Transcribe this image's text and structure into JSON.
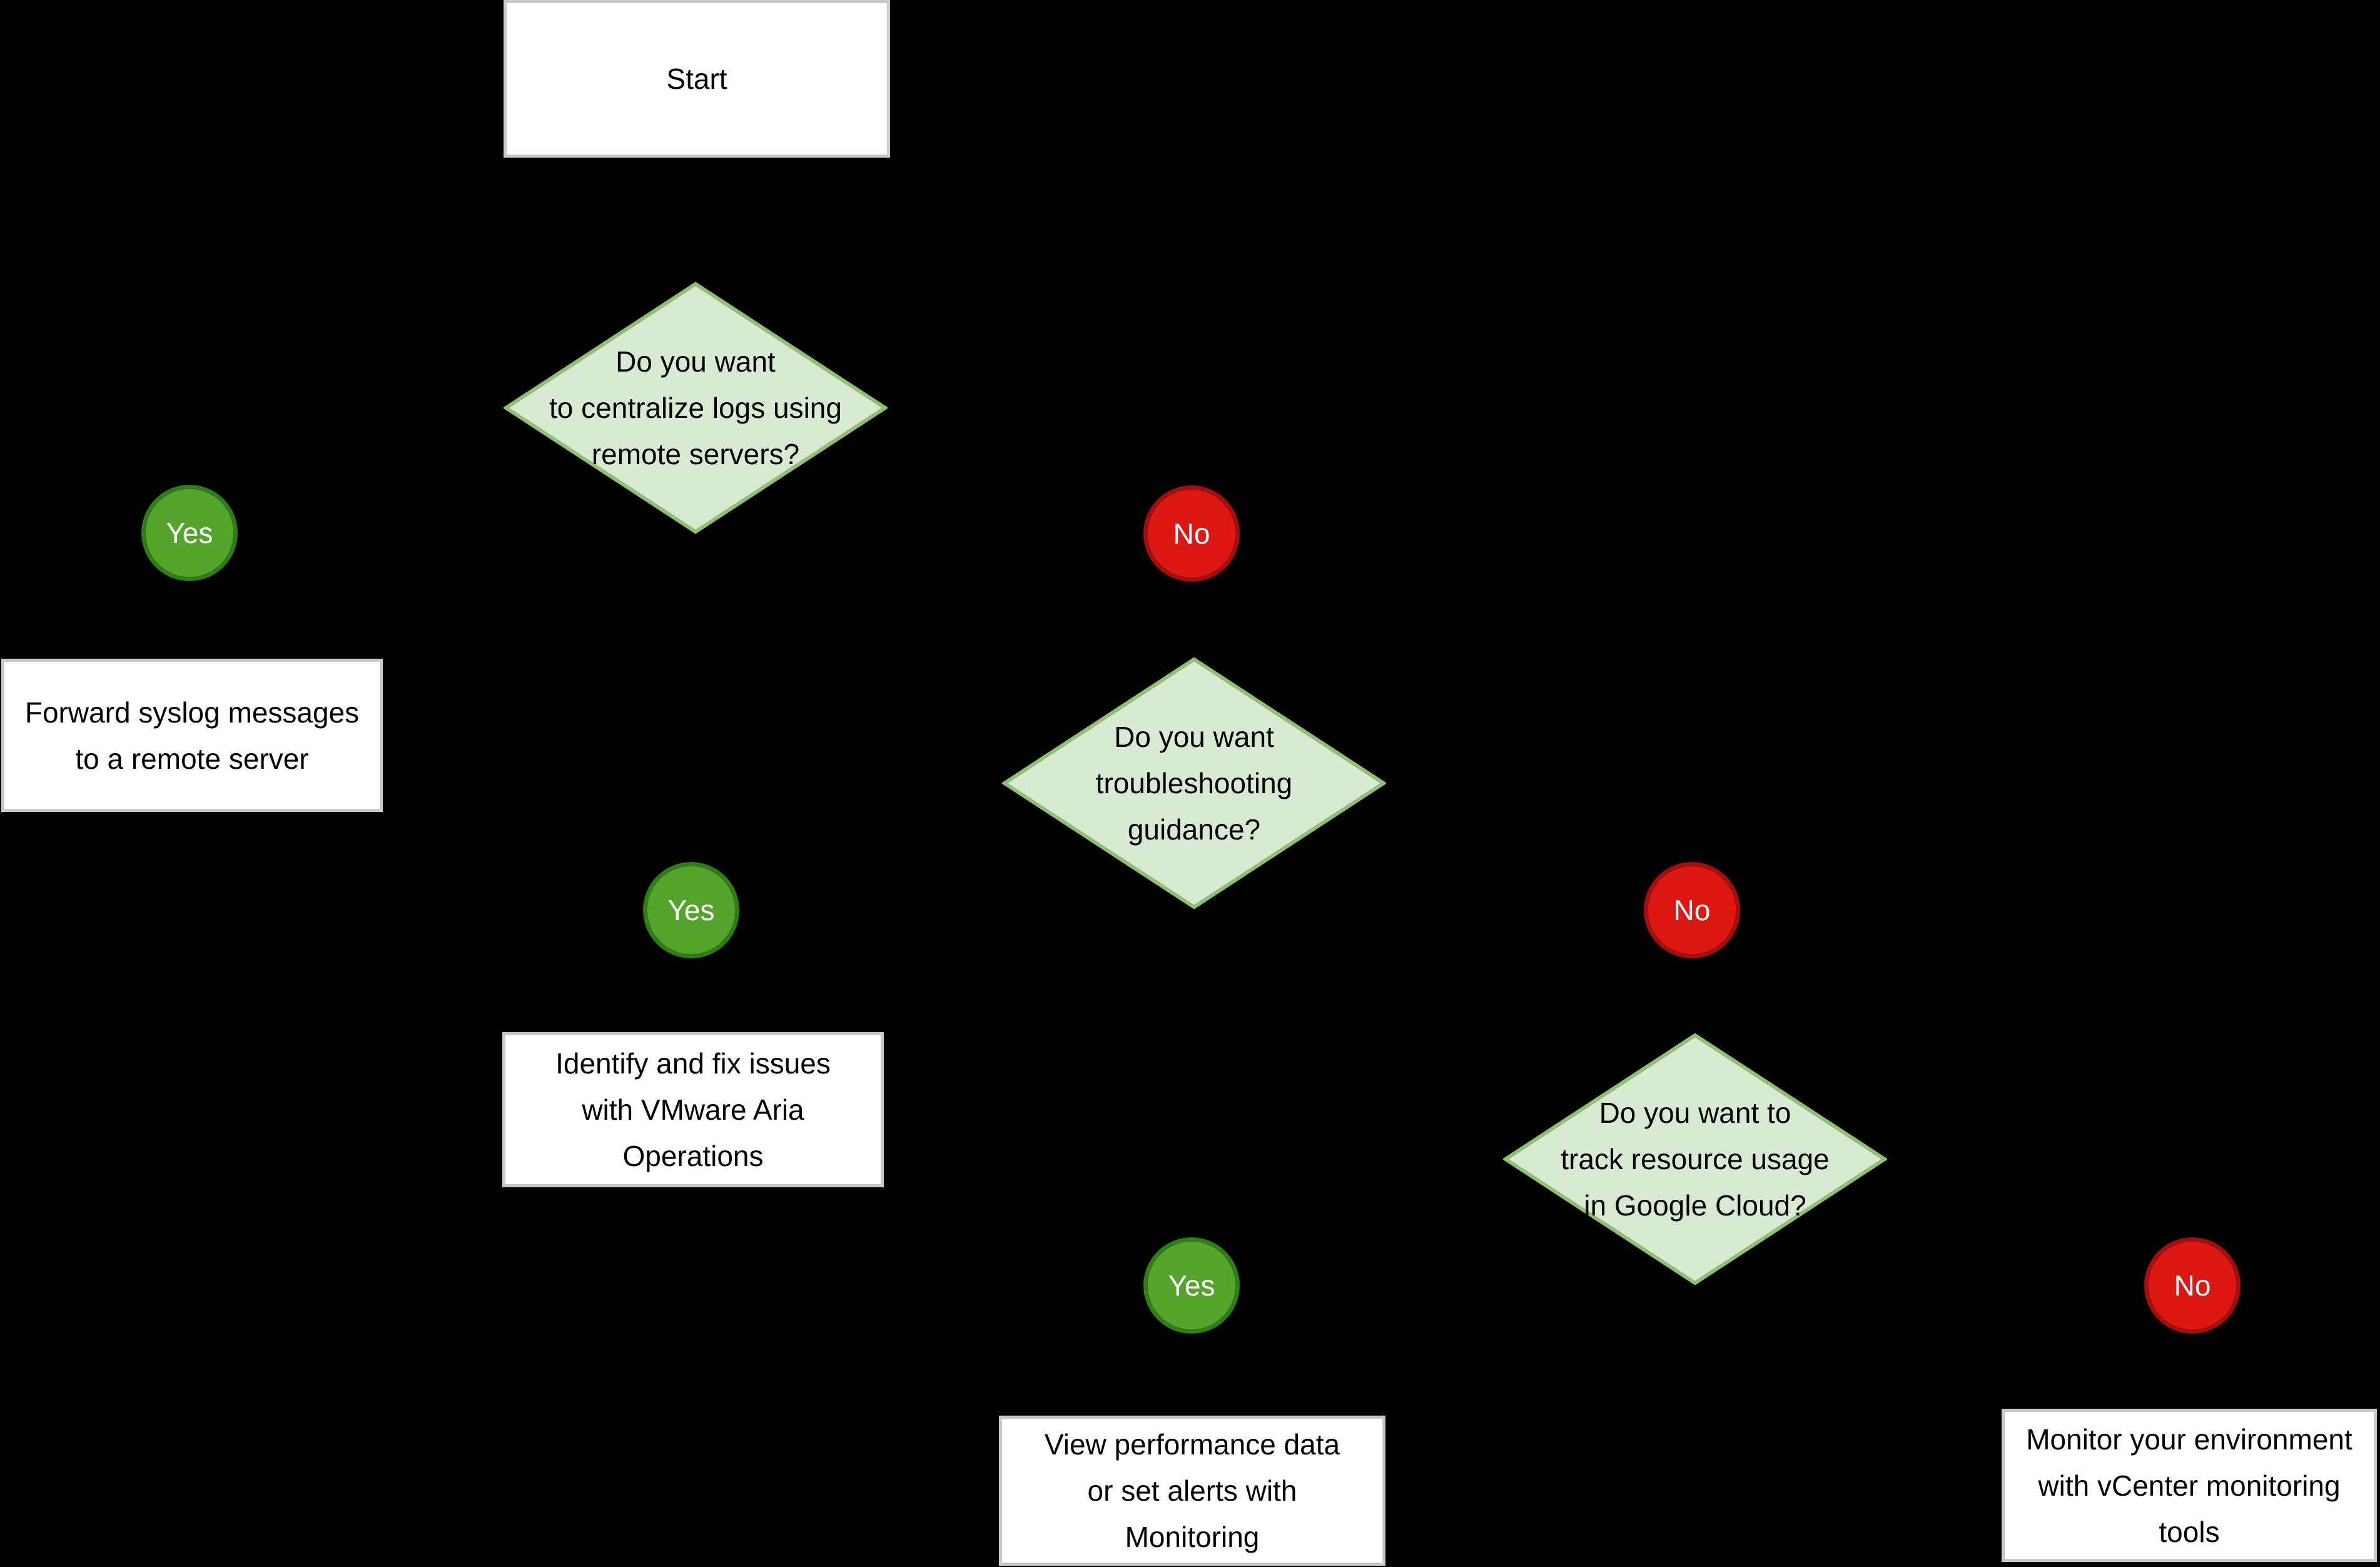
{
  "colors": {
    "background": "#000000",
    "rect-fill": "#ffffff",
    "rect-border": "#c9c9c9",
    "diamond-fill": "#d9ead3",
    "diamond-border": "#8fc073",
    "yes-fill": "#55a42c",
    "yes-border": "#2e7d15",
    "no-fill": "#dd1712",
    "no-border": "#a30f0f",
    "text": "#000000",
    "circle-text": "#ffffff"
  },
  "nodes": {
    "start": {
      "lines": [
        "Start"
      ]
    },
    "decision_centralize_logs": {
      "lines": [
        "Do you want",
        "to centralize logs using",
        "remote servers?"
      ]
    },
    "yes1": {
      "label": "Yes"
    },
    "no1": {
      "label": "No"
    },
    "outcome_forward_syslog": {
      "lines": [
        "Forward syslog messages",
        "to a remote server"
      ]
    },
    "decision_troubleshooting": {
      "lines": [
        "Do you want",
        "troubleshooting",
        "guidance?"
      ]
    },
    "yes2": {
      "label": "Yes"
    },
    "no2": {
      "label": "No"
    },
    "outcome_identify_fix": {
      "lines": [
        "Identify and fix issues",
        "with VMware Aria",
        "Operations"
      ]
    },
    "decision_track_usage": {
      "lines": [
        "Do you want to",
        "track resource usage",
        "in Google Cloud?"
      ]
    },
    "yes3": {
      "label": "Yes"
    },
    "no3": {
      "label": "No"
    },
    "outcome_view_performance": {
      "lines": [
        "View performance data",
        "or set alerts with",
        "Monitoring"
      ]
    },
    "outcome_monitor_vcenter": {
      "lines": [
        "Monitor your environment",
        "with vCenter monitoring",
        "tools"
      ]
    }
  }
}
